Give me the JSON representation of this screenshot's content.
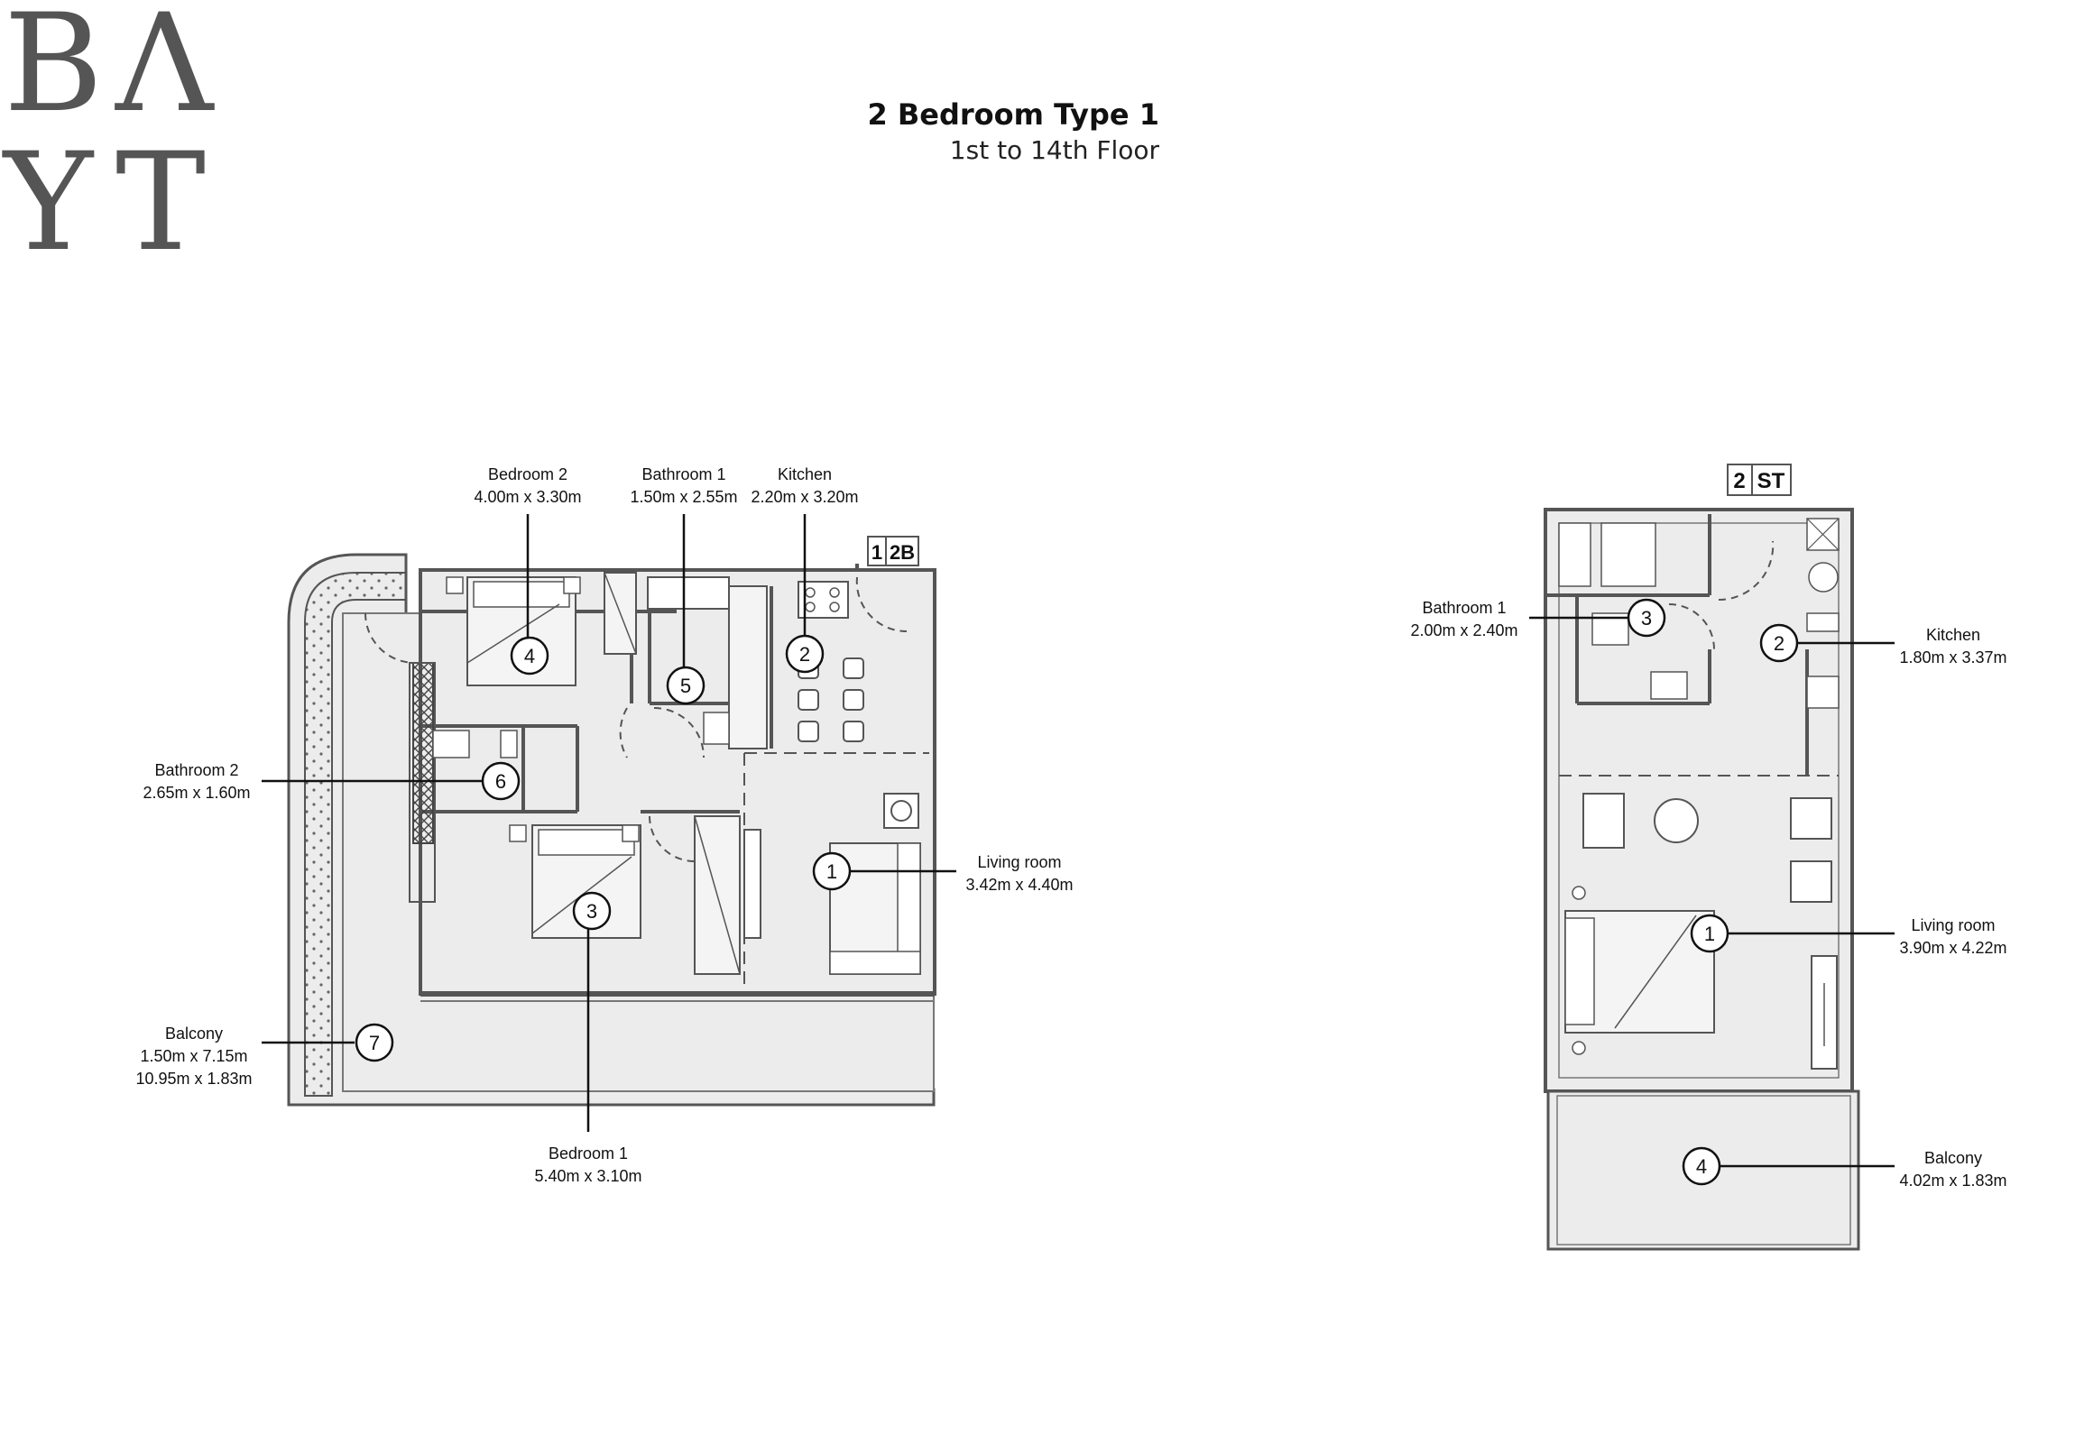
{
  "brand": {
    "letters": [
      "B",
      "Λ",
      "Y",
      "T"
    ]
  },
  "header": {
    "title": "2 Bedroom Type 1",
    "subtitle": "1st to 14th Floor"
  },
  "plan_left": {
    "unit_tag": [
      "1",
      "2B"
    ],
    "rooms": [
      {
        "num": "1",
        "name": "Living room",
        "size": "3.42m x 4.40m"
      },
      {
        "num": "2",
        "name": "Kitchen",
        "size": "2.20m x 3.20m"
      },
      {
        "num": "3",
        "name": "Bedroom 1",
        "size": "5.40m x 3.10m"
      },
      {
        "num": "4",
        "name": "Bedroom 2",
        "size": "4.00m x 3.30m"
      },
      {
        "num": "5",
        "name": "Bathroom 1",
        "size": "1.50m x 2.55m"
      },
      {
        "num": "6",
        "name": "Bathroom 2",
        "size": "2.65m x 1.60m"
      },
      {
        "num": "7",
        "name": "Balcony",
        "size": "1.50m x 7.15m",
        "size2": "10.95m x 1.83m"
      }
    ]
  },
  "plan_right": {
    "unit_tag": [
      "2",
      "ST"
    ],
    "rooms": [
      {
        "num": "1",
        "name": "Living room",
        "size": "3.90m x 4.22m"
      },
      {
        "num": "2",
        "name": "Kitchen",
        "size": "1.80m x 3.37m"
      },
      {
        "num": "3",
        "name": "Bathroom 1",
        "size": "2.00m x 2.40m"
      },
      {
        "num": "4",
        "name": "Balcony",
        "size": "4.02m x 1.83m"
      }
    ]
  },
  "colors": {
    "wall": "#555555",
    "floor": "#ececec",
    "line": "#111111"
  }
}
